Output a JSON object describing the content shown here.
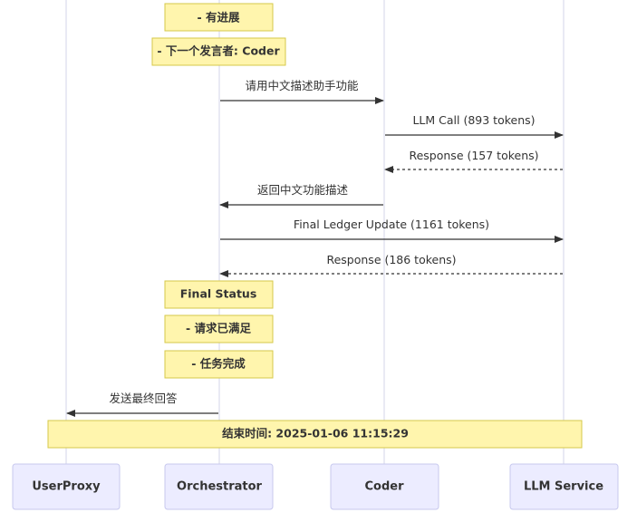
{
  "participants": [
    {
      "id": "userproxy",
      "label": "UserProxy"
    },
    {
      "id": "orchestrator",
      "label": "Orchestrator"
    },
    {
      "id": "coder",
      "label": "Coder"
    },
    {
      "id": "llm",
      "label": "LLM Service"
    }
  ],
  "notes": [
    {
      "text": "- 有进展"
    },
    {
      "text": "- 下一个发言者: Coder"
    },
    {
      "text": "Final Status"
    },
    {
      "text": "- 请求已满足"
    },
    {
      "text": "- 任务完成"
    },
    {
      "text": "结束时间: 2025-01-06 11:15:29"
    }
  ],
  "messages": [
    {
      "from": "orchestrator",
      "to": "coder",
      "text": "请用中文描述助手功能",
      "style": "solid"
    },
    {
      "from": "coder",
      "to": "llm",
      "text": "LLM Call (893 tokens)",
      "style": "solid"
    },
    {
      "from": "llm",
      "to": "coder",
      "text": "Response (157 tokens)",
      "style": "dashed"
    },
    {
      "from": "coder",
      "to": "orchestrator",
      "text": "返回中文功能描述",
      "style": "solid"
    },
    {
      "from": "orchestrator",
      "to": "llm",
      "text": "Final Ledger Update (1161 tokens)",
      "style": "solid"
    },
    {
      "from": "llm",
      "to": "orchestrator",
      "text": "Response (186 tokens)",
      "style": "dashed"
    },
    {
      "from": "orchestrator",
      "to": "userproxy",
      "text": "发送最终回答",
      "style": "solid"
    }
  ]
}
